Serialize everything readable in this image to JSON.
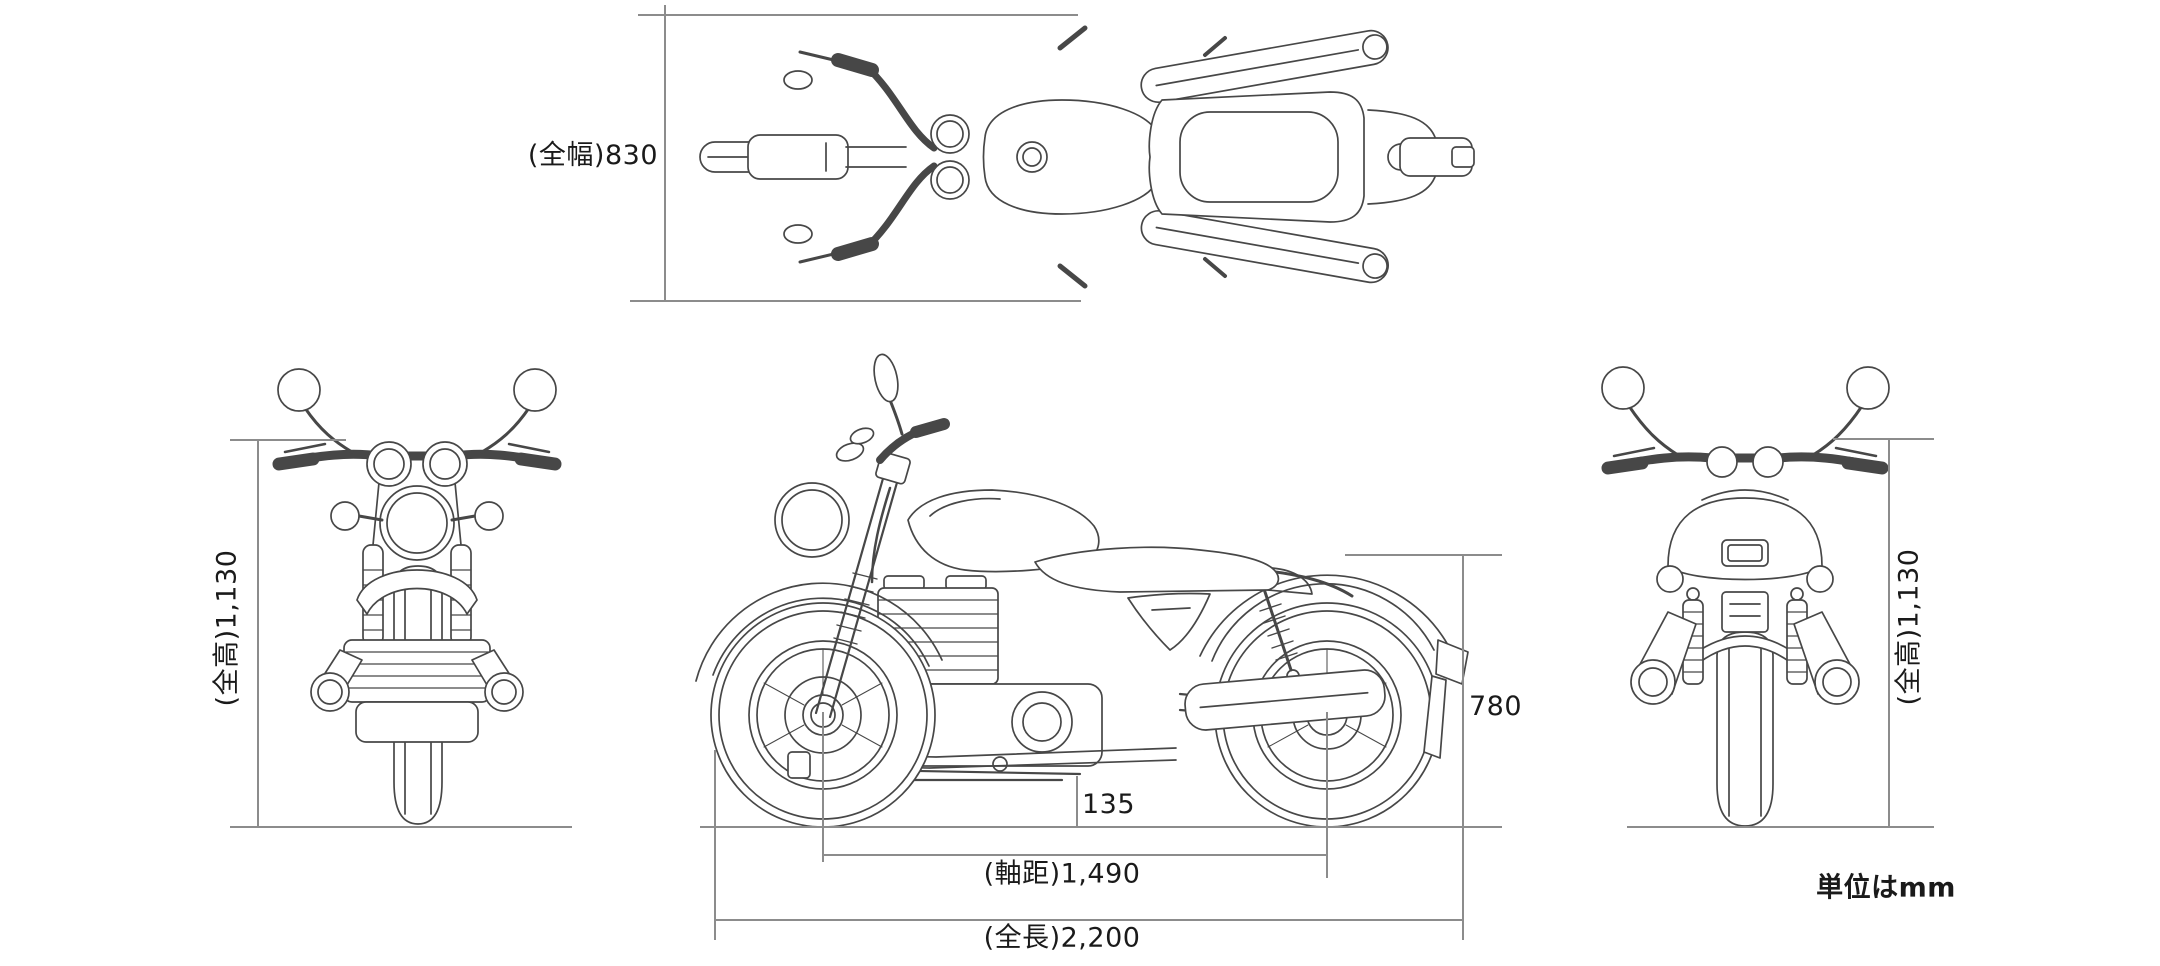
{
  "page": {
    "background": "#ffffff"
  },
  "colors": {
    "drawing_line": "#474747",
    "dimension_line": "#8c8c8c",
    "text": "#1a1a1a"
  },
  "labels": {
    "overall_width": "(全幅)830",
    "overall_height_left": "(全高)1,130",
    "overall_height_right": "(全高)1,130",
    "seat_height": "780",
    "ground_clearance": "135",
    "wheelbase": "(軸距)1,490",
    "overall_length": "(全長)2,200",
    "units_note": "単位はmm"
  },
  "values_mm": {
    "overall_width": 830,
    "overall_height": 1130,
    "seat_height": 780,
    "ground_clearance": 135,
    "wheelbase": 1490,
    "overall_length": 2200
  }
}
